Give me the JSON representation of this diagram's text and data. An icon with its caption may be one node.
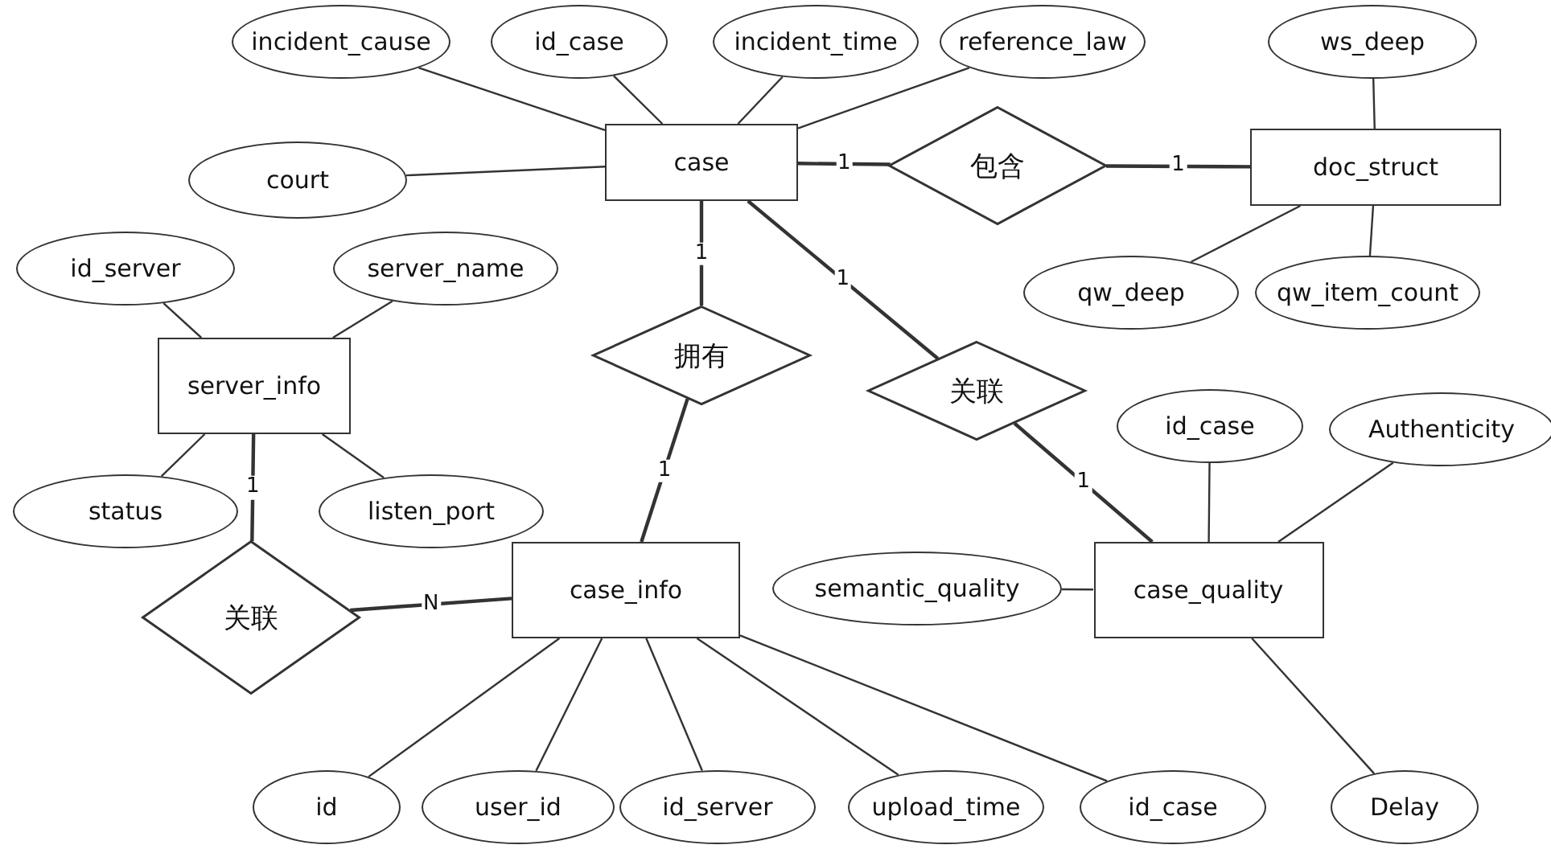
{
  "diagram": {
    "nodes": [
      {
        "text": [
          "case"
        ]
      },
      {
        "text": [
          "incident_cause"
        ]
      },
      {
        "text": [
          "id_case"
        ]
      },
      {
        "text": [
          "incident_time"
        ]
      },
      {
        "text": [
          "reference_law"
        ]
      },
      {
        "text": [
          "court"
        ]
      },
      {
        "text": [
          "包含"
        ]
      },
      {
        "text": [
          "doc_struct"
        ]
      },
      {
        "text": [
          "ws_deep"
        ]
      },
      {
        "text": [
          "qw_deep"
        ]
      },
      {
        "text": [
          "qw_item_count"
        ]
      },
      {
        "text": [
          "拥有"
        ]
      },
      {
        "text": [
          "关联"
        ]
      },
      {
        "text": [
          "server_info"
        ]
      },
      {
        "text": [
          "id_server"
        ]
      },
      {
        "text": [
          "server_name"
        ]
      },
      {
        "text": [
          "status"
        ]
      },
      {
        "text": [
          "listen_port"
        ]
      },
      {
        "text": [
          "关联"
        ]
      },
      {
        "text": [
          "case_info"
        ]
      },
      {
        "text": [
          "semantic_quality"
        ]
      },
      {
        "text": [
          "case_quality"
        ]
      },
      {
        "text": [
          "id_case"
        ]
      },
      {
        "text": [
          "Authenticity"
        ]
      },
      {
        "text": [
          "id"
        ]
      },
      {
        "text": [
          "user_id"
        ]
      },
      {
        "text": [
          "id_server"
        ]
      },
      {
        "text": [
          "upload_time"
        ]
      },
      {
        "text": [
          "id_case"
        ]
      },
      {
        "text": [
          "Delay"
        ]
      }
    ],
    "edges": [
      {
        "from": 0,
        "to": 1,
        "arrow": "none"
      },
      {
        "from": 0,
        "to": 2,
        "arrow": "none"
      },
      {
        "from": 0,
        "to": 3,
        "arrow": "none"
      },
      {
        "from": 0,
        "to": 4,
        "arrow": "none"
      },
      {
        "from": 0,
        "to": 5,
        "arrow": "none"
      },
      {
        "from": 0,
        "to": 6,
        "arrow": "none",
        "label": "1"
      },
      {
        "from": 6,
        "to": 7,
        "arrow": "none",
        "label": "1"
      },
      {
        "from": 7,
        "to": 8,
        "arrow": "none"
      },
      {
        "from": 7,
        "to": 9,
        "arrow": "none"
      },
      {
        "from": 7,
        "to": 10,
        "arrow": "none"
      },
      {
        "from": 0,
        "to": 11,
        "arrow": "none",
        "label": "1"
      },
      {
        "from": 11,
        "to": 19,
        "arrow": "none",
        "label": "1"
      },
      {
        "from": 0,
        "to": 12,
        "arrow": "none",
        "label": "1"
      },
      {
        "from": 12,
        "to": 21,
        "arrow": "none",
        "label": "1"
      },
      {
        "from": 13,
        "to": 14,
        "arrow": "none"
      },
      {
        "from": 13,
        "to": 15,
        "arrow": "none"
      },
      {
        "from": 13,
        "to": 16,
        "arrow": "none"
      },
      {
        "from": 13,
        "to": 17,
        "arrow": "none"
      },
      {
        "from": 13,
        "to": 18,
        "arrow": "none",
        "label": "1"
      },
      {
        "from": 18,
        "to": 19,
        "arrow": "none",
        "label": "N"
      },
      {
        "from": 21,
        "to": 20,
        "arrow": "none"
      },
      {
        "from": 21,
        "to": 22,
        "arrow": "none"
      },
      {
        "from": 21,
        "to": 23,
        "arrow": "none"
      },
      {
        "from": 19,
        "to": 24,
        "arrow": "none"
      },
      {
        "from": 19,
        "to": 25,
        "arrow": "none"
      },
      {
        "from": 19,
        "to": 26,
        "arrow": "none"
      },
      {
        "from": 19,
        "to": 27,
        "arrow": "none"
      },
      {
        "from": 19,
        "to": 28,
        "arrow": "none"
      },
      {
        "from": 21,
        "to": 29,
        "arrow": "none"
      }
    ]
  }
}
